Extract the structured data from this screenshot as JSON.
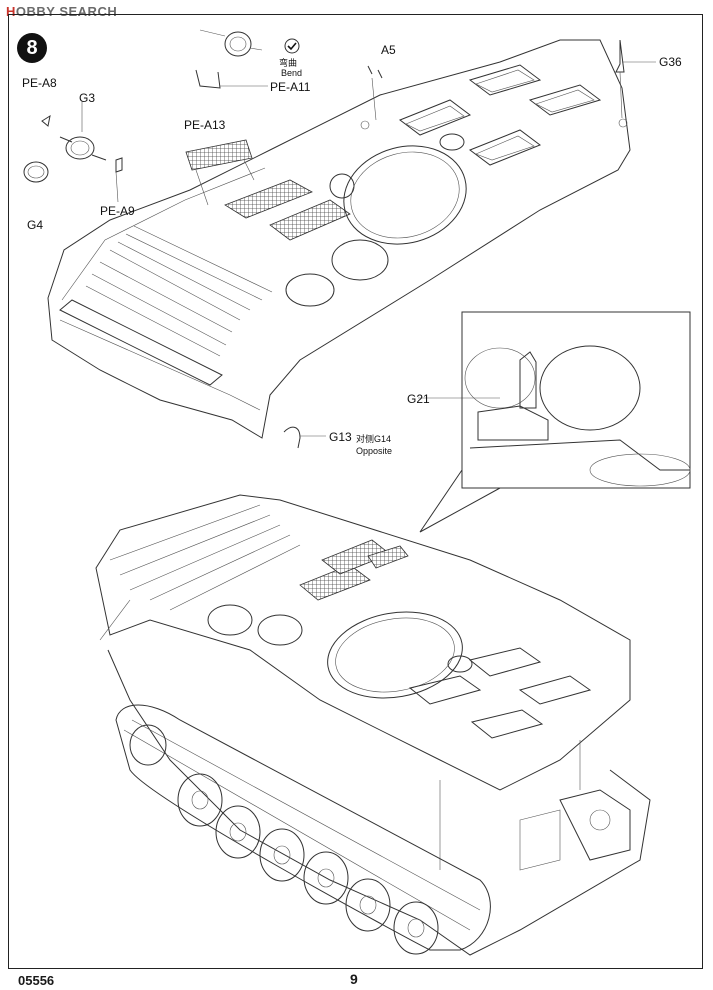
{
  "watermark": {
    "h": "H",
    "rest": "OBBY SEARCH"
  },
  "step_number": "8",
  "labels": {
    "pe_a8": "PE-A8",
    "g3": "G3",
    "g4": "G4",
    "pe_a9": "PE-A9",
    "bend_cn": "弯曲",
    "bend": "Bend",
    "pe_a11": "PE-A11",
    "pe_a13": "PE-A13",
    "a5": "A5",
    "g36": "G36",
    "g21": "G21",
    "g13": "G13",
    "opposite_cn": "对侧G14",
    "opposite": "Opposite"
  },
  "footer": {
    "code": "05556",
    "page": "9"
  }
}
